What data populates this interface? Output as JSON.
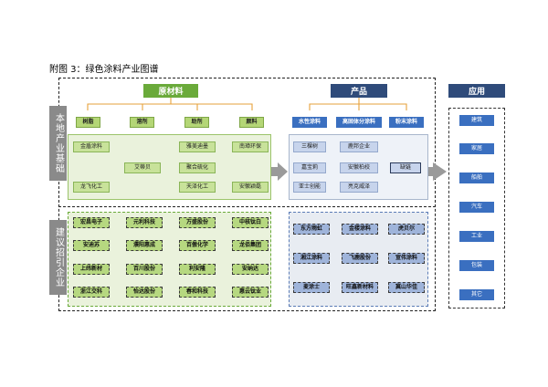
{
  "figure_title": "附图 3：绿色涂料产业图谱",
  "rows": {
    "local": "本地产业基础",
    "recruit": "建议招引企业"
  },
  "sections": {
    "raw": "原材料",
    "product": "产品",
    "application": "应用"
  },
  "raw_categories": [
    "树脂",
    "溶剂",
    "助剂",
    "颜料"
  ],
  "product_categories": [
    "水性涂料",
    "高固体分涂料",
    "粉末涂料"
  ],
  "local_raw": {
    "col1": [
      "金盾涂料",
      "龙飞化工"
    ],
    "col2": [
      "艾蒂贝"
    ],
    "col3": [
      "雅美迪墨",
      "聚合硫化",
      "天泽化工"
    ],
    "col4": [
      "南璋环保",
      "安徽颖磊"
    ]
  },
  "local_product": {
    "col1": [
      "三棵树",
      "嘉宝莉",
      "亚士创能"
    ],
    "col2": [
      "鹿邦企业",
      "安徽柏校",
      "亮克威泽"
    ],
    "highlight": "缺链"
  },
  "recruit_raw": [
    [
      "宏昌电子",
      "元利科技",
      "万盛股份",
      "中核钛白"
    ],
    [
      "安迪苏",
      "濮阳惠成",
      "百傲化学",
      "龙佰集团"
    ],
    [
      "上纬新材",
      "百川股份",
      "利安隆",
      "安纳达"
    ],
    [
      "浙江交科",
      "怡达股份",
      "春和科技",
      "惠云钛业"
    ]
  ],
  "recruit_product": [
    [
      "东方雨虹",
      "金楼涂料",
      "虎贝尔"
    ],
    [
      "湘江涂料",
      "飞鹿股份",
      "宣伟涂料"
    ],
    [
      "麦涂士",
      "旺鑫新材料",
      "冀山华佳"
    ]
  ],
  "applications": [
    "建筑",
    "家居",
    "船舶",
    "汽车",
    "工业",
    "包装",
    "其它"
  ]
}
